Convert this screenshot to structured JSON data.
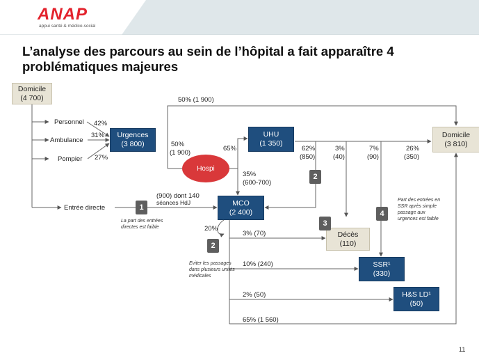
{
  "logo": {
    "word": "ANAP",
    "subtitle": "appui santé & médico-social"
  },
  "title": "L’analyse des parcours au sein de l’hôpital a fait apparaître 4 problématiques majeures",
  "nodes": {
    "domicile_in": {
      "name": "Domicile",
      "value": "(4 700)"
    },
    "urgences": {
      "name": "Urgences",
      "value": "(3 800)"
    },
    "uhu": {
      "name": "UHU",
      "value": "(1 350)"
    },
    "mco": {
      "name": "MCO",
      "value": "(2 400)"
    },
    "domicile_out": {
      "name": "Domicile",
      "value": "(3 810)"
    },
    "deces": {
      "name": "Décès",
      "value": "(110)"
    },
    "ssr": {
      "name": "SSR¹",
      "value": "(330)"
    },
    "hs_ld": {
      "name": "H&S LD¹",
      "value": "(50)"
    },
    "hospi": "Hospi"
  },
  "labels": {
    "personnel": "Personnel",
    "ambulance": "Ambulance",
    "pompier": "Pompier",
    "pct_personnel": "42%",
    "pct_ambulance": "31%",
    "pct_pompier": "27%",
    "entree_directe": "Entrée directe",
    "top_flow": "50% (1 900)",
    "urg_hospi_pct": "50%",
    "urg_hospi_val": "(1 900)",
    "hospi_uhu": "65%",
    "hospi_mco_pct": "35%",
    "hospi_mco_val": "(600-700)",
    "direct_mco_1": "(900) dont 140",
    "direct_mco_2": "séances HdJ",
    "uhu_mco_pct": "62%",
    "uhu_mco_val": "(850)",
    "uhu_deces_pct": "3%",
    "uhu_deces_val": "(40)",
    "uhu_ssr_pct": "7%",
    "uhu_ssr_val": "(90)",
    "uhu_dom_pct": "26%",
    "uhu_dom_val": "(350)",
    "mco_loop": "20%",
    "mco_deces": "3% (70)",
    "mco_ssr": "10% (240)",
    "mco_hs": "2% (50)",
    "mco_dom": "65% (1 560)"
  },
  "notes": {
    "n1": "La part des entrées directes est faible",
    "n2": "Eviter les passages dans plusieurs unités médicales",
    "n4": "Part des entrées en SSR après simple passage aux urgences est faible"
  },
  "markers": [
    "1",
    "2",
    "2",
    "3",
    "4"
  ],
  "page_number": "11",
  "colors": {
    "blue_box": "#1f4e7e",
    "hospi": "#d9383a",
    "grey_box": "#e8e4d6",
    "marker": "#5e5e5e",
    "logo": "#e3232d"
  }
}
